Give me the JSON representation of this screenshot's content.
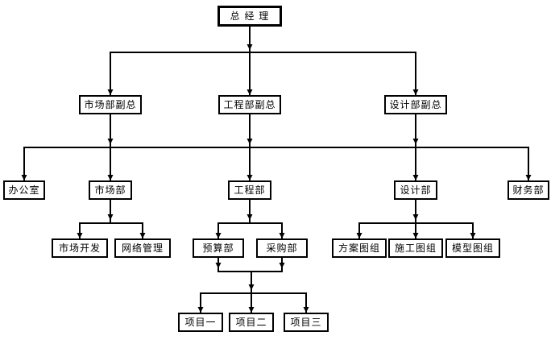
{
  "diagram": {
    "type": "org-chart",
    "colors": {
      "background": "#ffffff",
      "line": "#000000",
      "box_border": "#000000",
      "text": "#000000"
    },
    "nodes": {
      "ceo": "总 经 理",
      "vp_market": "市场部副总",
      "vp_eng": "工程部副总",
      "vp_design": "设计部副总",
      "office": "办公室",
      "market": "市场部",
      "eng": "工程部",
      "design": "设计部",
      "finance": "财务部",
      "market_dev": "市场开发",
      "network": "网络管理",
      "budget": "预算部",
      "purchase": "采购部",
      "scheme_group": "方案图组",
      "construction_group": "施工图组",
      "model_group": "模型图组",
      "project1": "项目一",
      "project2": "项目二",
      "project3": "项目三"
    },
    "edges": [
      {
        "from": [
          "ceo"
        ],
        "to": [
          "vp_market",
          "vp_eng",
          "vp_design"
        ]
      },
      {
        "from": [
          "vp_market",
          "vp_eng",
          "vp_design"
        ],
        "to": [
          "office",
          "market",
          "eng",
          "design",
          "finance"
        ]
      },
      {
        "from": [
          "market"
        ],
        "to": [
          "market_dev",
          "network"
        ]
      },
      {
        "from": [
          "eng"
        ],
        "to": [
          "budget",
          "purchase"
        ]
      },
      {
        "from": [
          "design"
        ],
        "to": [
          "scheme_group",
          "construction_group",
          "model_group"
        ]
      },
      {
        "from": [
          "budget",
          "purchase"
        ],
        "to": [
          "project1",
          "project2",
          "project3"
        ]
      }
    ]
  }
}
